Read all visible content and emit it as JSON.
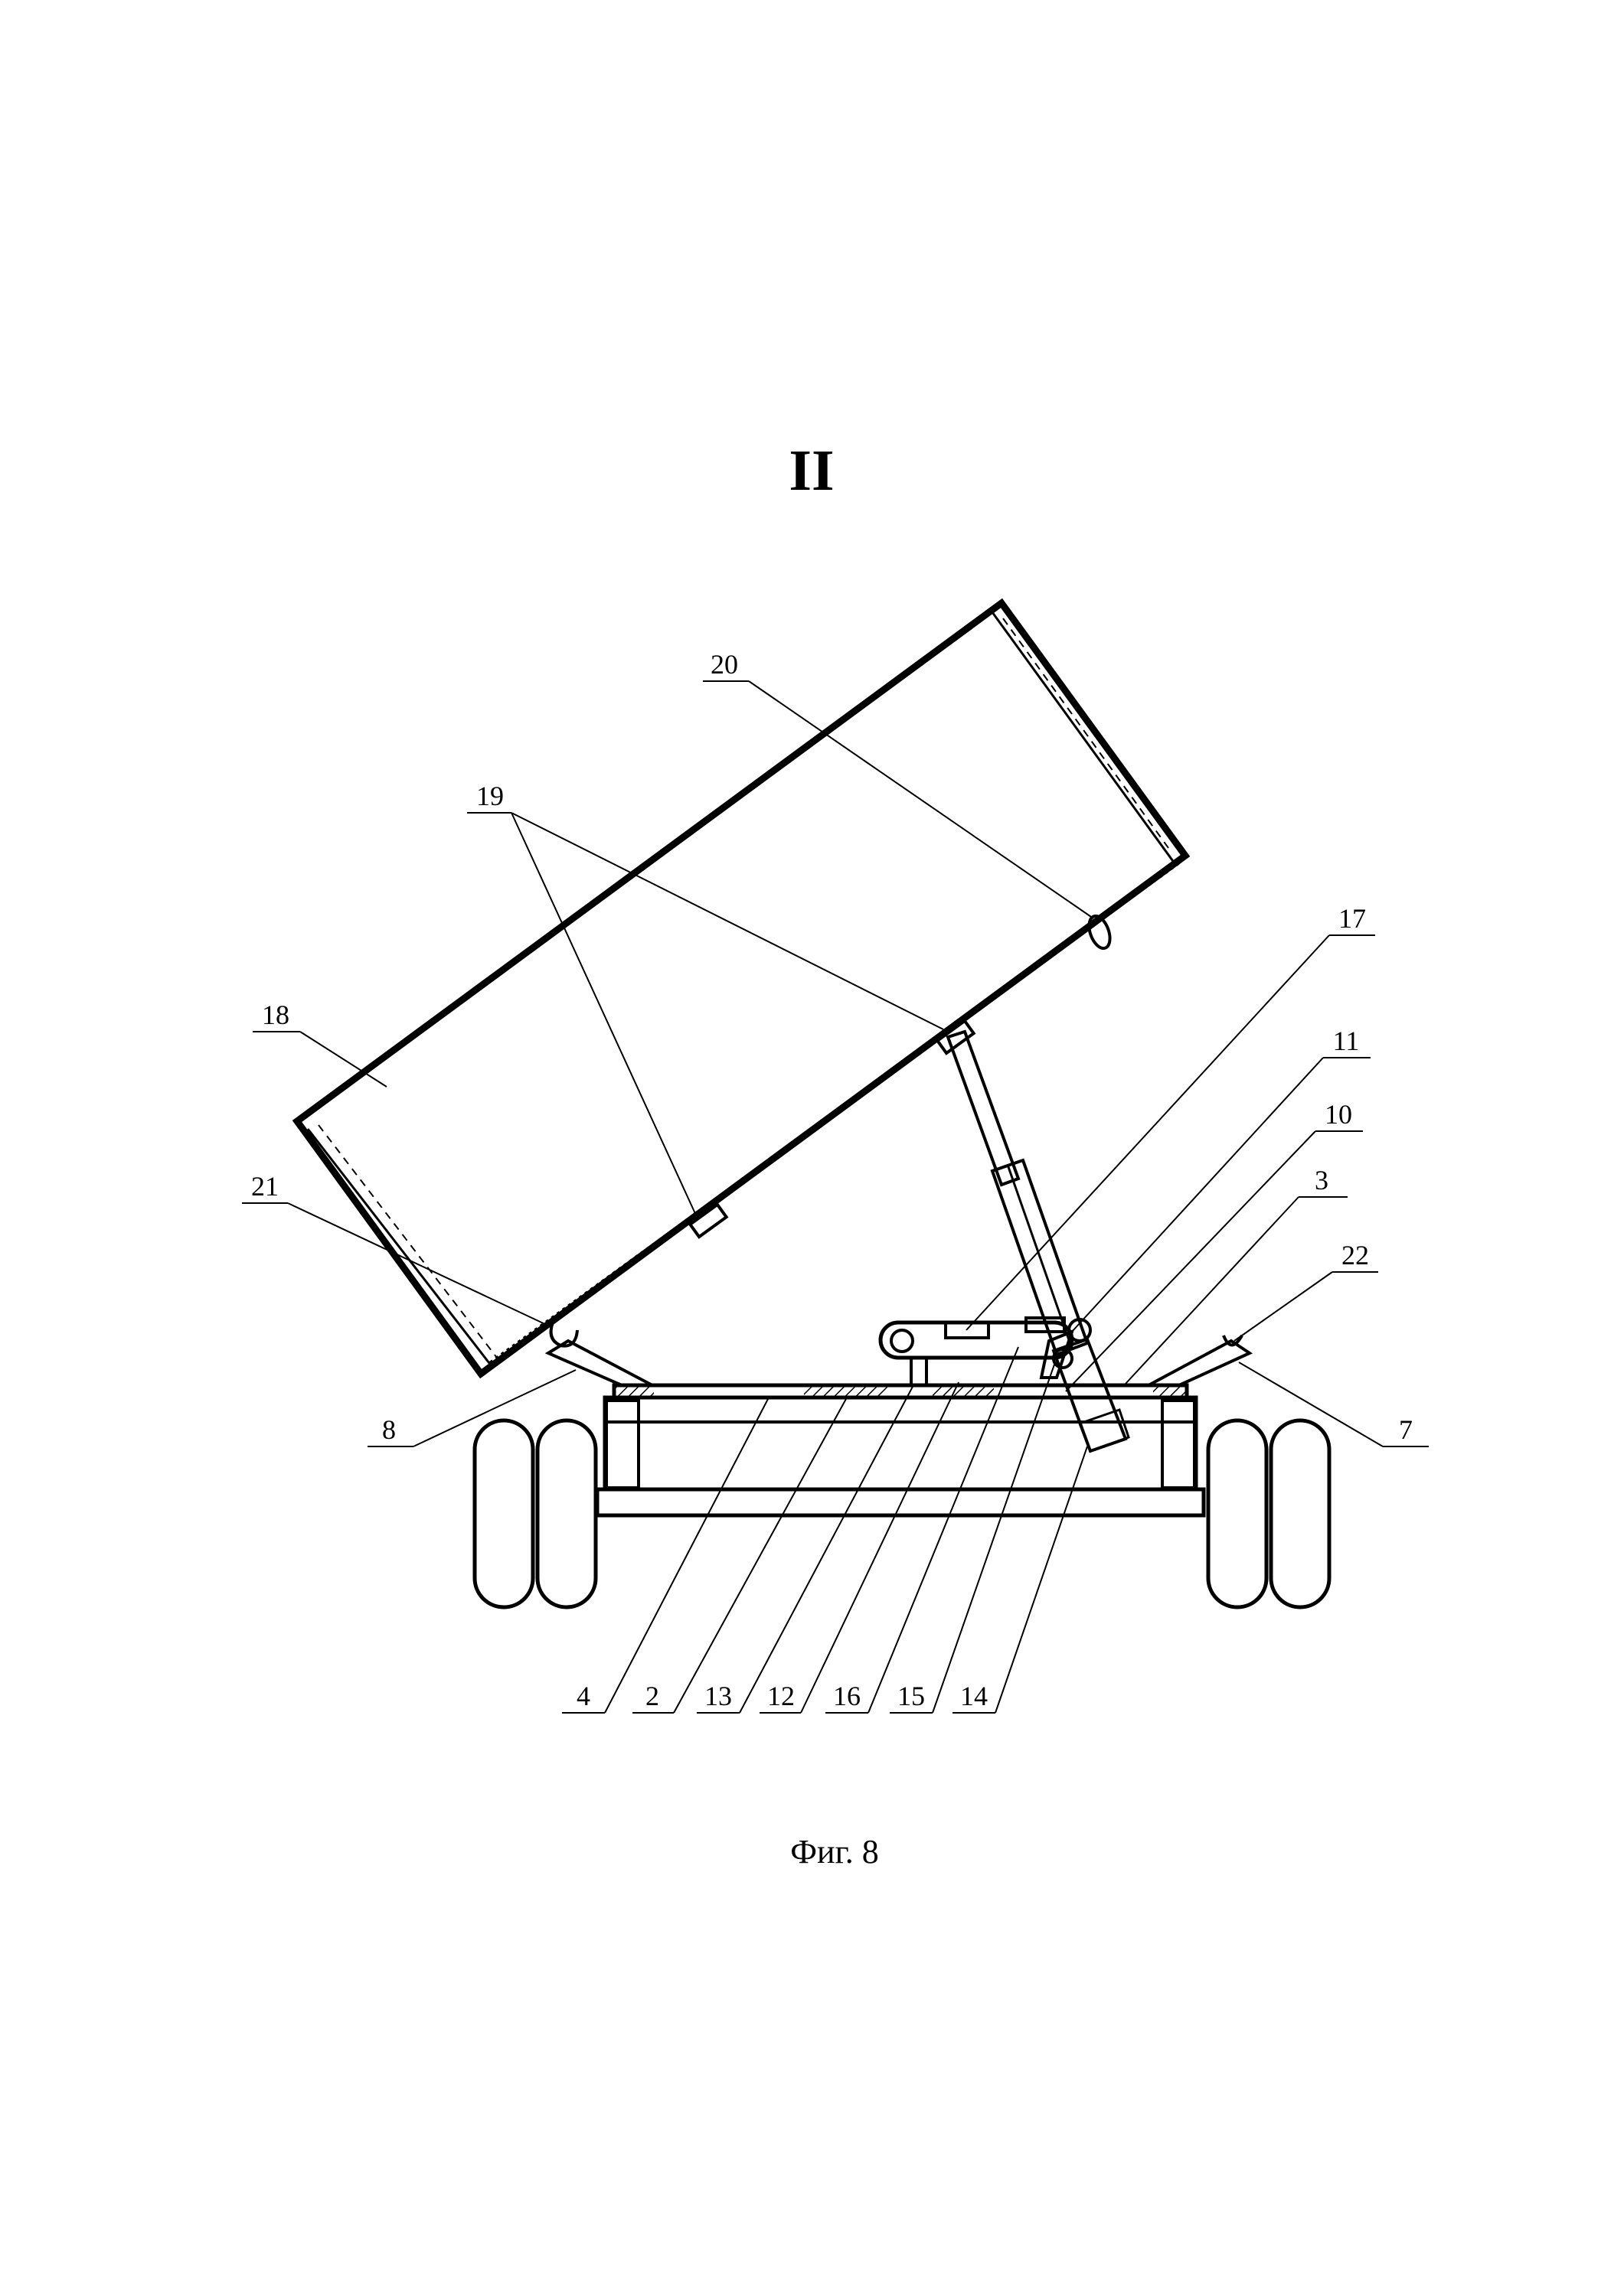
{
  "figure": {
    "view_label": "II",
    "caption": "Фиг. 8",
    "part_labels": {
      "p2": "2",
      "p3": "3",
      "p4": "4",
      "p7": "7",
      "p8": "8",
      "p10": "10",
      "p11": "11",
      "p12": "12",
      "p13": "13",
      "p14": "14",
      "p15": "15",
      "p16": "16",
      "p17": "17",
      "p18": "18",
      "p19": "19",
      "p20": "20",
      "p21": "21",
      "p22": "22"
    }
  }
}
